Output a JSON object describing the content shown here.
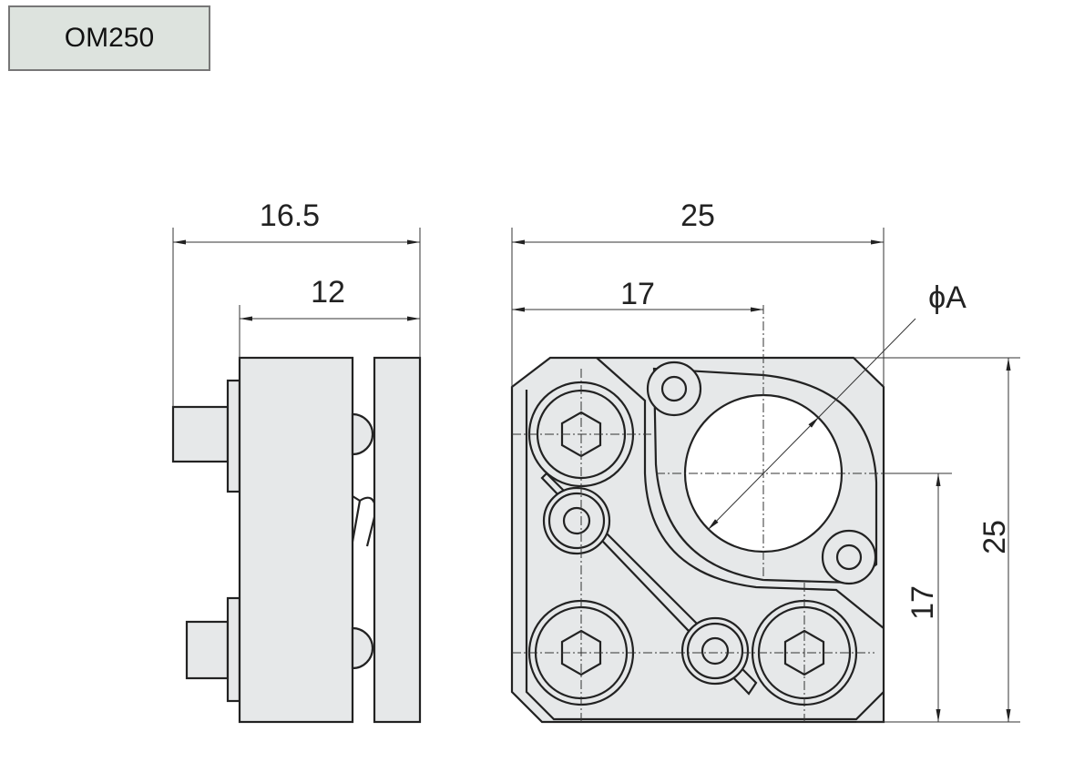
{
  "model_label": "OM250",
  "colors": {
    "part_fill": "#e6e8e9",
    "label_bg": "#dde3de",
    "line": "#222222"
  },
  "side_view": {
    "dimensions": {
      "overall_depth": "16.5",
      "plate_depth": "12"
    }
  },
  "front_view": {
    "dimensions": {
      "width": "25",
      "hole_center_x": "17",
      "height": "25",
      "hole_center_y": "17",
      "aperture": "ϕA"
    }
  }
}
